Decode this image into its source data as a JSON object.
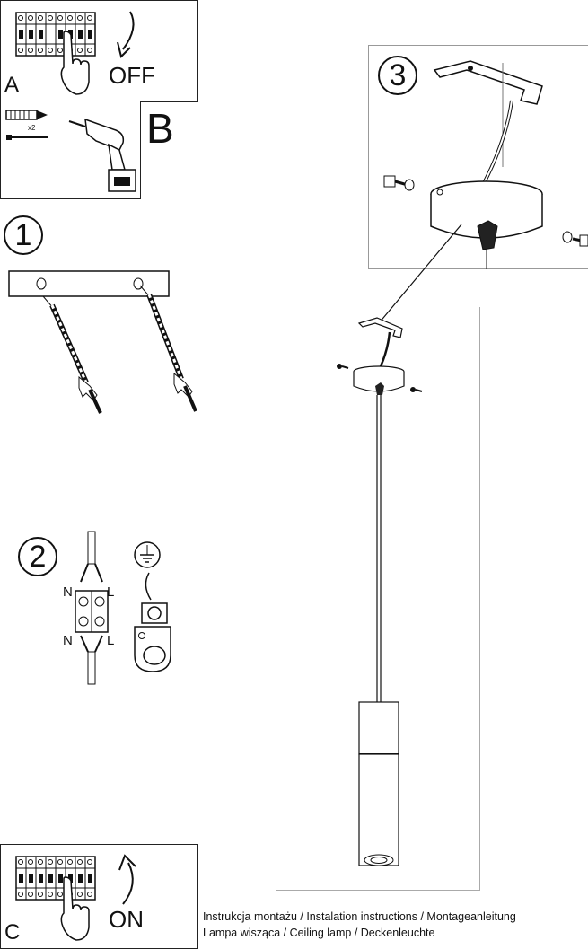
{
  "panel_a": {
    "letter": "A",
    "switch_state": "OFF"
  },
  "panel_b": {
    "letter": "B",
    "quantity": "x2"
  },
  "panel_c": {
    "letter": "C",
    "switch_state": "ON"
  },
  "steps": {
    "one": "1",
    "two": "2",
    "three": "3"
  },
  "step2_labels": {
    "n_top": "N",
    "l_top": "L",
    "n_bottom": "N",
    "l_bottom": "L"
  },
  "caption": {
    "line1": "Instrukcja montażu / Instalation instructions / Montageanleitung",
    "line2": "Lampa wisząca / Ceiling lamp / Deckenleuchte"
  }
}
